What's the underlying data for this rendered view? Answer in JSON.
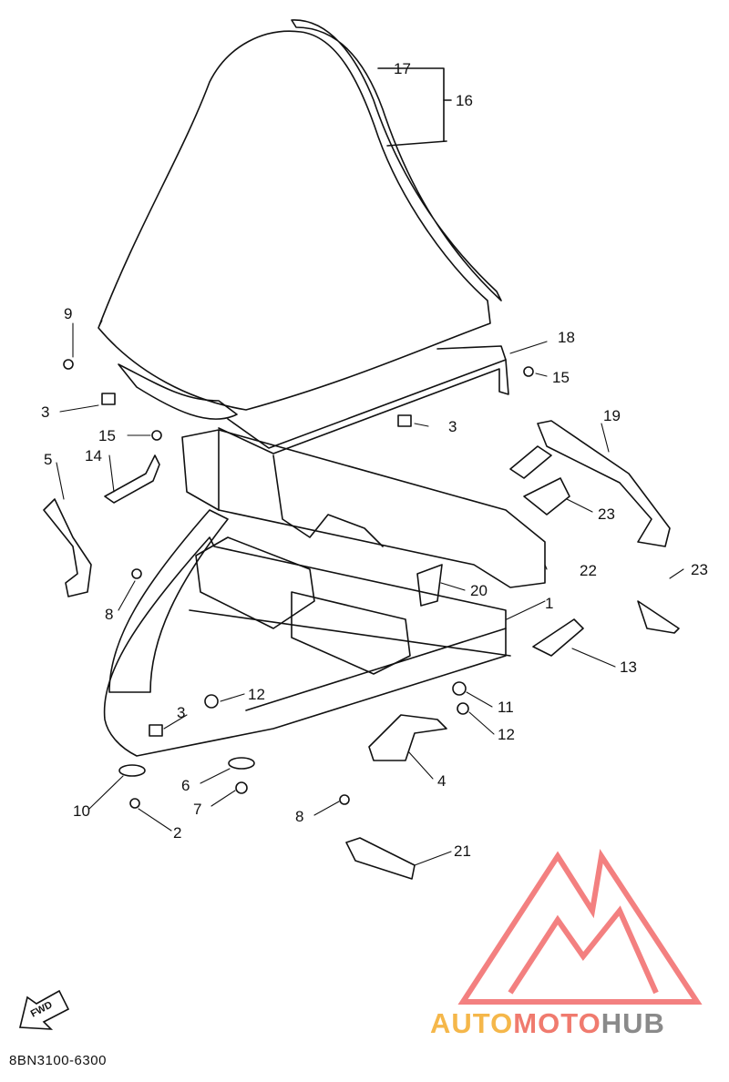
{
  "diagram": {
    "callouts": [
      {
        "id": "c17",
        "text": "17"
      },
      {
        "id": "c16",
        "text": "16"
      },
      {
        "id": "c18",
        "text": "18"
      },
      {
        "id": "c15a",
        "text": "15"
      },
      {
        "id": "c9",
        "text": "9"
      },
      {
        "id": "c3a",
        "text": "3"
      },
      {
        "id": "c3b",
        "text": "3"
      },
      {
        "id": "c19",
        "text": "19"
      },
      {
        "id": "c15b",
        "text": "15"
      },
      {
        "id": "c14",
        "text": "14"
      },
      {
        "id": "c5",
        "text": "5"
      },
      {
        "id": "c23a",
        "text": "23"
      },
      {
        "id": "c22",
        "text": "22"
      },
      {
        "id": "c23b",
        "text": "23"
      },
      {
        "id": "c8a",
        "text": "8"
      },
      {
        "id": "c20",
        "text": "20"
      },
      {
        "id": "c1",
        "text": "1"
      },
      {
        "id": "c13",
        "text": "13"
      },
      {
        "id": "c12a",
        "text": "12"
      },
      {
        "id": "c3c",
        "text": "3"
      },
      {
        "id": "c11",
        "text": "11"
      },
      {
        "id": "c12b",
        "text": "12"
      },
      {
        "id": "c4",
        "text": "4"
      },
      {
        "id": "c6",
        "text": "6"
      },
      {
        "id": "c10",
        "text": "10"
      },
      {
        "id": "c7",
        "text": "7"
      },
      {
        "id": "c8b",
        "text": "8"
      },
      {
        "id": "c2",
        "text": "2"
      },
      {
        "id": "c21",
        "text": "21"
      }
    ],
    "fwd_label": "FWD",
    "diagram_code": "8BN3100-6300"
  },
  "watermark": {
    "part1": "AUTO",
    "part2": "MOTO",
    "part3": "HUB",
    "color1": "#f5b74a",
    "color2": "#f07a6e",
    "color3": "#8a8a8a",
    "logo_color": "#f26b6b"
  }
}
